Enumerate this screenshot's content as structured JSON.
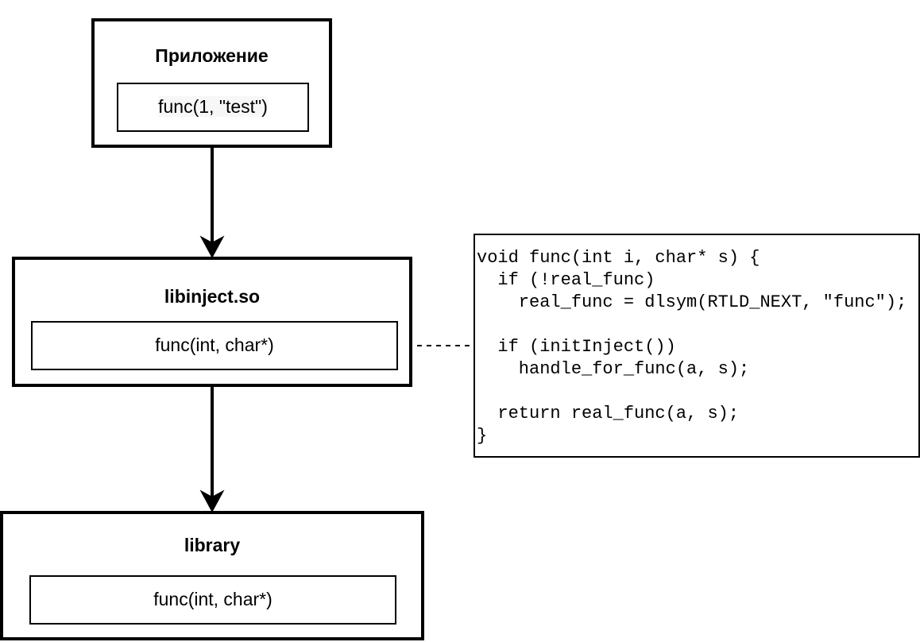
{
  "nodes": {
    "app": {
      "title": "Приложение",
      "call": "func(1, \"test\")"
    },
    "inject": {
      "title": "libinject.so",
      "func": "func(int, char*)"
    },
    "library": {
      "title": "library",
      "func": "func(int, char*)"
    }
  },
  "code_note": {
    "text": "void func(int i, char* s) {\n  if (!real_func)\n    real_func = dlsym(RTLD_NEXT, \"func\");\n\n  if (initInject())\n    handle_for_func(a, s);\n\n  return real_func(a, s);\n}"
  },
  "colors": {
    "stroke": "#000000",
    "background": "#ffffff",
    "call_highlight": "#f7f7f7"
  }
}
